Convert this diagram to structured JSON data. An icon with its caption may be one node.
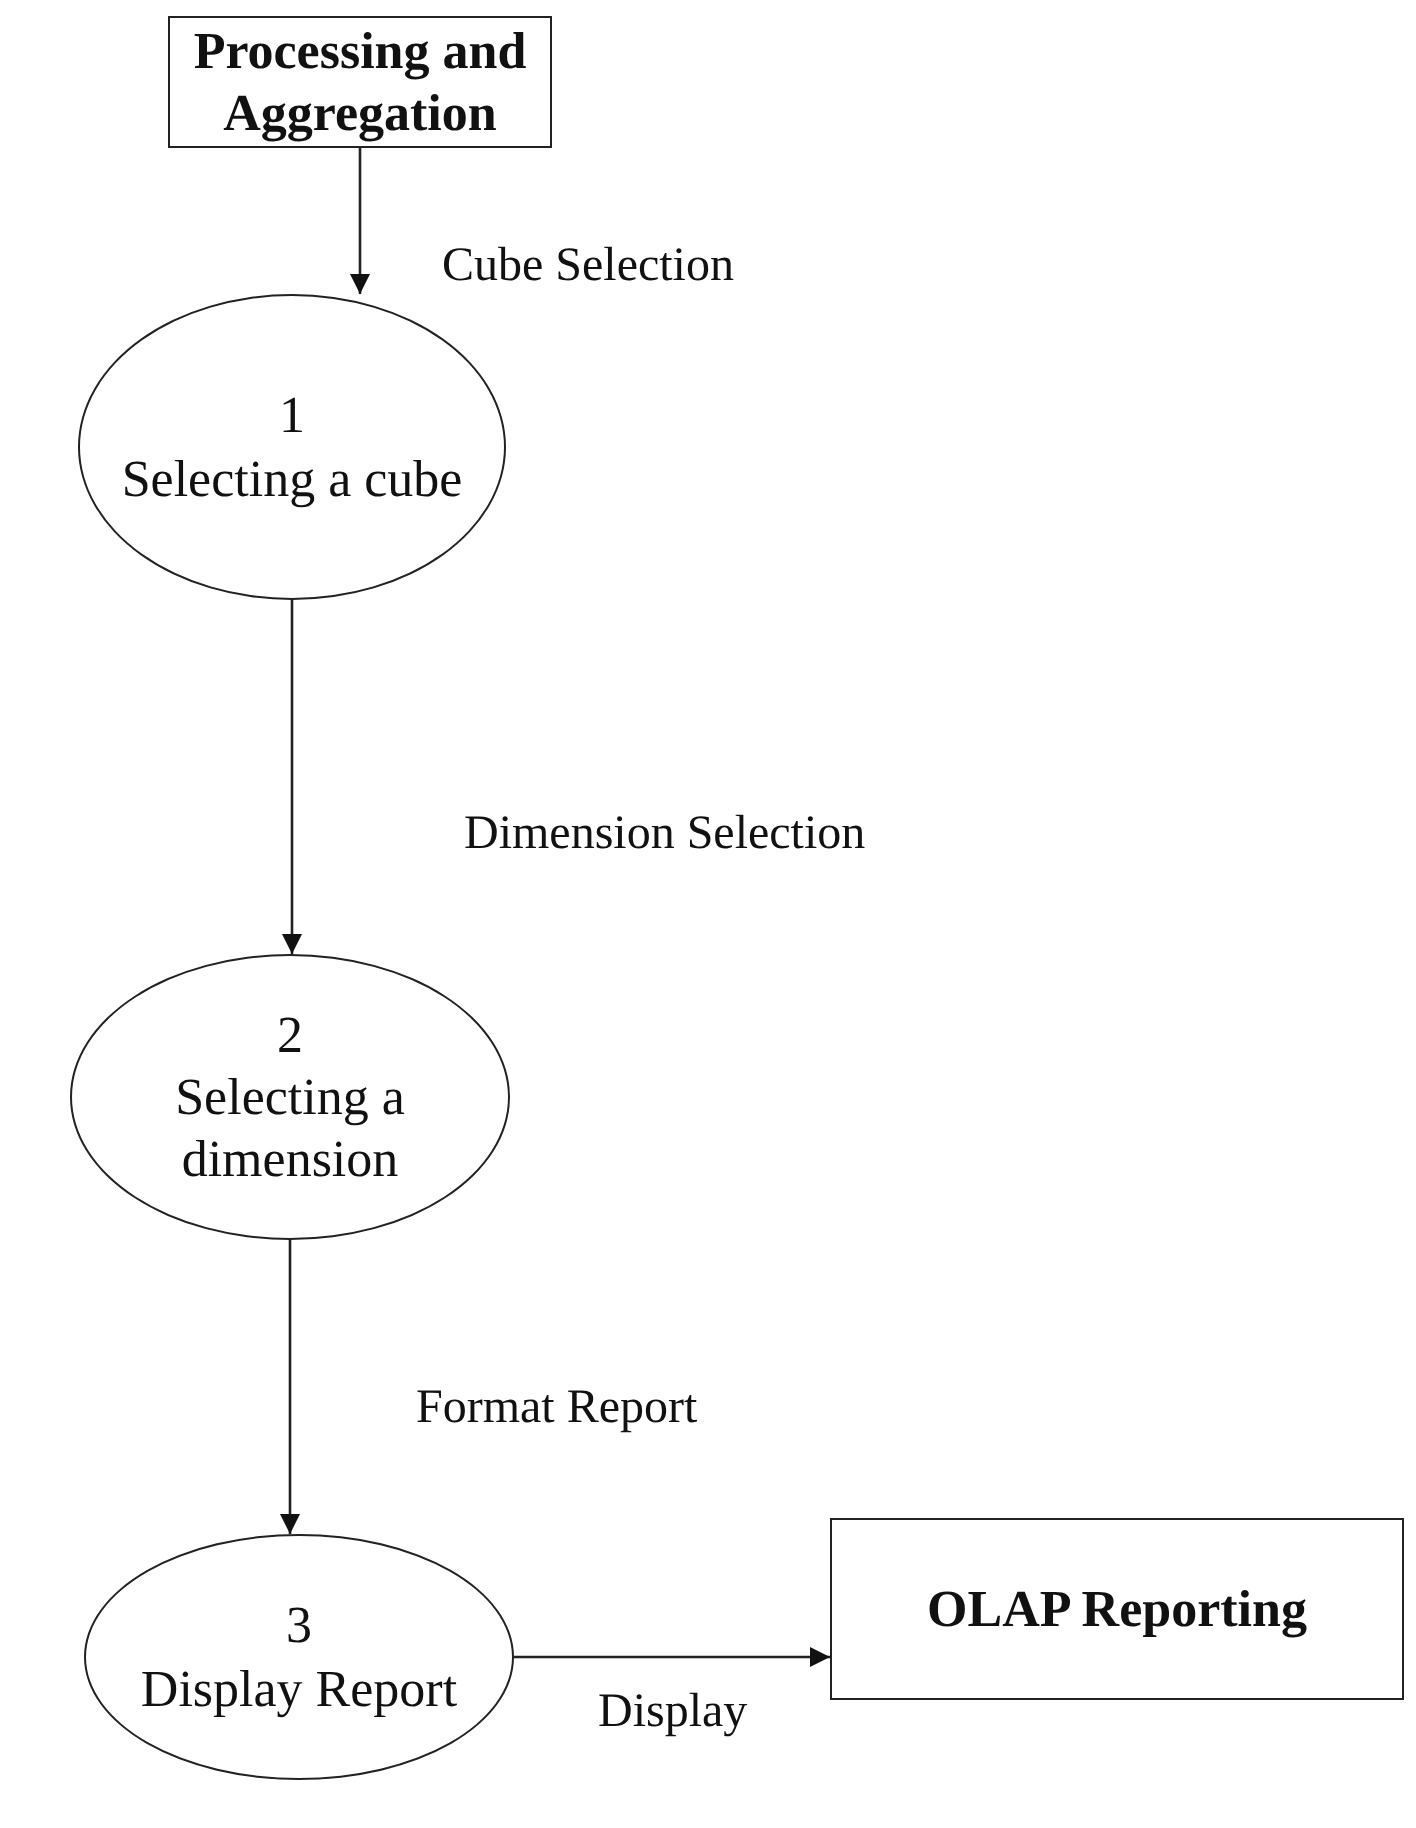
{
  "diagram": {
    "nodes": [
      {
        "text": [
          "Processing and Aggregation"
        ]
      },
      {
        "text": [
          "1",
          "Selecting a cube"
        ]
      },
      {
        "text": [
          "2",
          "Selecting a dimension"
        ]
      },
      {
        "text": [
          "3",
          "Display Report"
        ]
      },
      {
        "text": [
          "OLAP Reporting"
        ]
      }
    ],
    "edges": [
      {
        "from": 0,
        "to": 1,
        "arrow": "to",
        "label": "Cube Selection"
      },
      {
        "from": 1,
        "to": 2,
        "arrow": "to",
        "label": "Dimension Selection"
      },
      {
        "from": 2,
        "to": 3,
        "arrow": "to",
        "label": "Format Report"
      },
      {
        "from": 3,
        "to": 4,
        "arrow": "to",
        "label": "Display"
      }
    ]
  }
}
